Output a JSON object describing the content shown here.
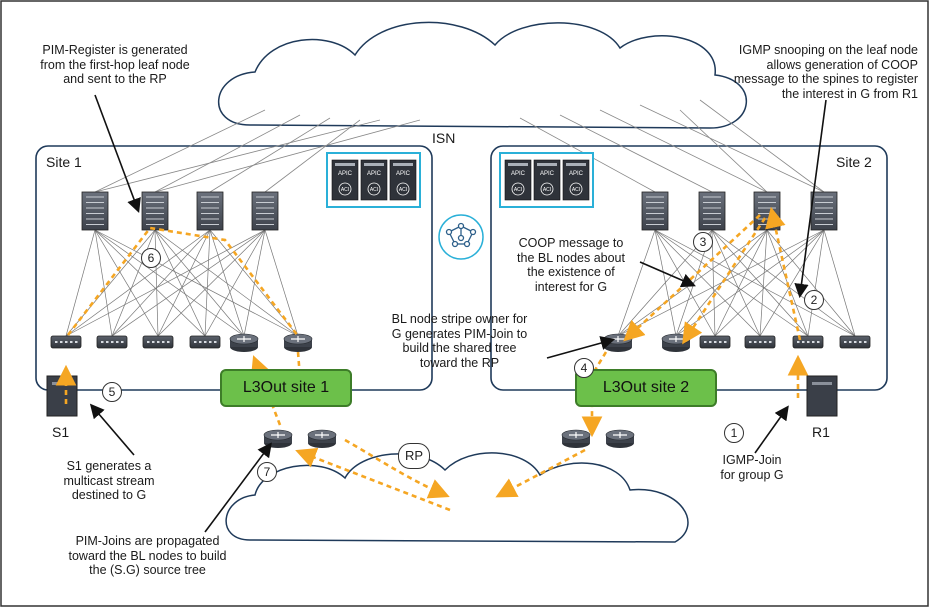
{
  "labels": {
    "isn": "ISN",
    "site1": "Site 1",
    "site2": "Site 2",
    "l3out_site1": "L3Out site 1",
    "l3out_site2": "L3Out site 2",
    "rp": "RP",
    "s1": "S1",
    "r1": "R1",
    "apic": "APIC",
    "acl": "ACI"
  },
  "annotations": {
    "pim_register": "PIM-Register is generated\nfrom the first-hop leaf node\nand sent to the RP",
    "igmp_snooping": "IGMP snooping on the leaf node\nallows generation of COOP\nmessage to the spines to register\nthe interest in G from R1",
    "coop_message": "COOP message to\nthe BL nodes about\nthe existence of\ninterest for G",
    "bl_stripe": "BL node stripe owner for\nG generates PIM-Join to\nbuild the shared tree\ntoward the RP",
    "s1_generates": "S1 generates a\nmulticast stream\ndestined to G",
    "pim_joins": "PIM-Joins are propagated\ntoward the BL nodes to build\nthe (S.G) source tree",
    "igmp_join": "IGMP-Join\nfor group G"
  },
  "steps": [
    "1",
    "2",
    "3",
    "4",
    "5",
    "6",
    "7"
  ],
  "colors": {
    "arrow": "#f5a623",
    "site_border": "#1f3a5a",
    "apic_border": "#2ab0d8",
    "l3out_fill": "#6cc04a",
    "device": "#4a4f5a"
  }
}
